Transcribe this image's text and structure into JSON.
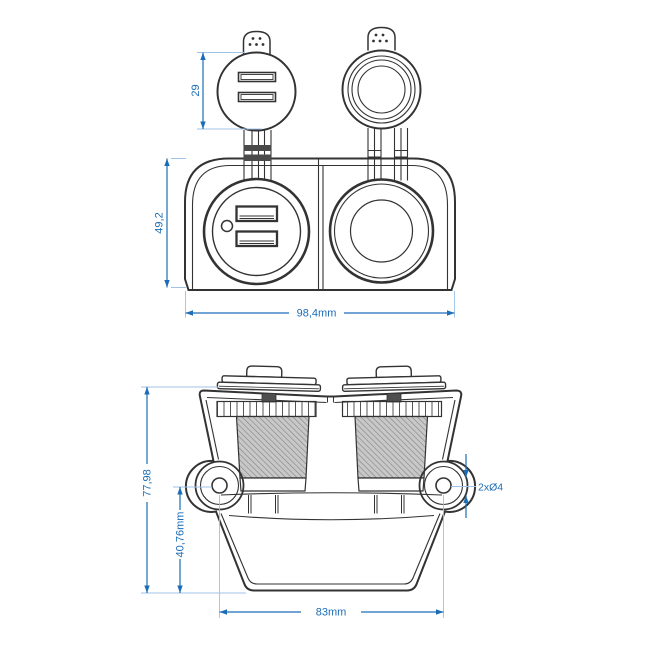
{
  "views": {
    "front": {
      "dimensions": {
        "cap_height": "29",
        "panel_height": "49,2",
        "panel_width": "98,4mm"
      }
    },
    "side": {
      "dimensions": {
        "overall_height": "77,98",
        "hole_center_to_base": "40,76mm",
        "mounting_holes": "2xØ4",
        "hole_spacing": "83mm"
      }
    }
  },
  "colors": {
    "dimension_blue": "#1c6db6",
    "extension_light_blue": "#9fc3e6",
    "outline_dark": "#333333",
    "hatch_fill": "#c8c8c8",
    "hatch_line": "#828282"
  }
}
